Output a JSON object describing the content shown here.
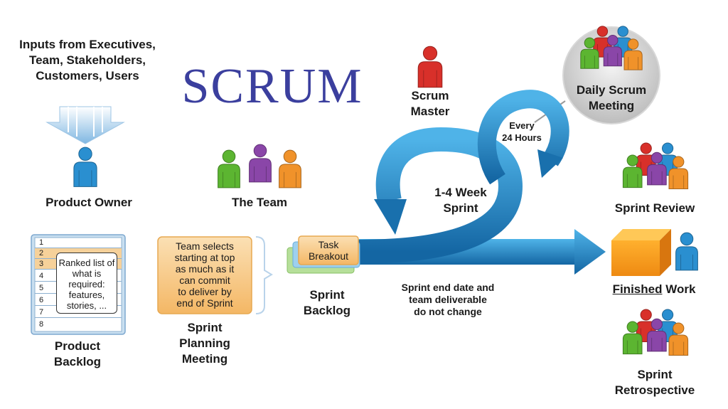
{
  "title": "SCRUM",
  "inputs_label": [
    "Inputs from Executives,",
    "Team, Stakeholders,",
    "Customers, Users"
  ],
  "product_owner": "Product Owner",
  "the_team": "The Team",
  "scrum_master": [
    "Scrum",
    "Master"
  ],
  "daily_scrum": [
    "Daily Scrum",
    "Meeting"
  ],
  "every_24": [
    "Every",
    "24 Hours"
  ],
  "sprint_loop": [
    "1-4 Week",
    "Sprint"
  ],
  "product_backlog": {
    "rows": [
      "1",
      "2",
      "3",
      "4",
      "5",
      "6",
      "7",
      "8"
    ],
    "note": "Ranked list of what is required: features, stories, ...",
    "label": [
      "Product",
      "Backlog"
    ]
  },
  "planning": {
    "box": [
      "Team selects",
      "starting at top",
      "as much as it",
      "can commit",
      "to deliver by",
      "end of Sprint"
    ],
    "label": [
      "Sprint",
      "Planning",
      "Meeting"
    ]
  },
  "task_breakout": [
    "Task",
    "Breakout"
  ],
  "sprint_backlog": [
    "Sprint",
    "Backlog"
  ],
  "sprint_note": [
    "Sprint end date and",
    "team deliverable",
    "do not change"
  ],
  "sprint_review": "Sprint Review",
  "finished_work": {
    "underlined": "Finished",
    "rest": " Work"
  },
  "retrospective": [
    "Sprint",
    "Retrospective"
  ],
  "colors": {
    "title": "#3b3f9e",
    "arrow_blue": "#1d82c2",
    "person_red": "#d8302a",
    "person_blue": "#2a8fd0",
    "person_green": "#5cb531",
    "person_purple": "#8a46a8",
    "person_orange": "#f0922a",
    "box_orange": "#f7c987"
  }
}
